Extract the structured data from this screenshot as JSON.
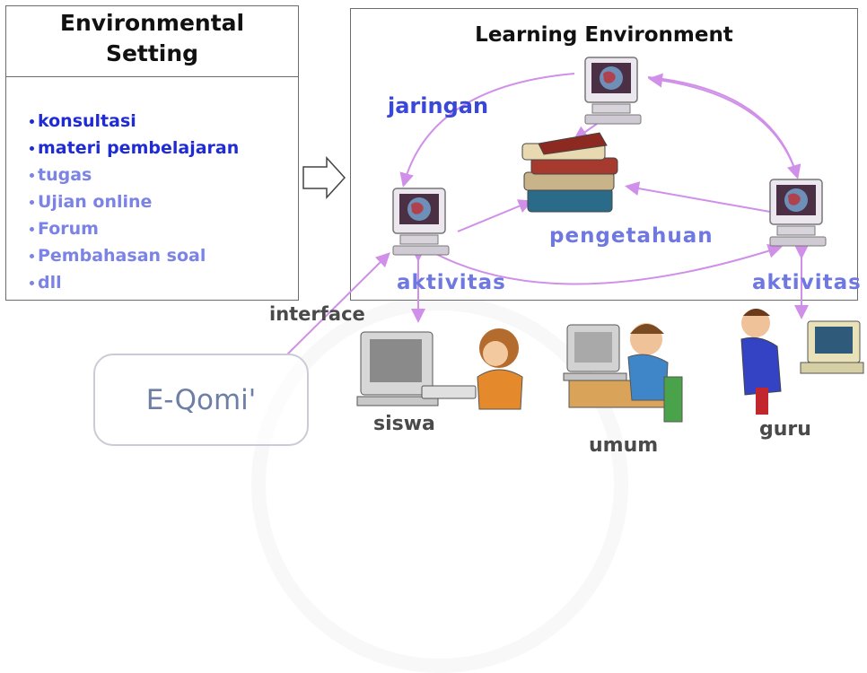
{
  "environmental_setting": {
    "title_line1": "Environmental",
    "title_line2": "Setting",
    "items": [
      {
        "label": "konsultasi",
        "color": "#1f2bd6"
      },
      {
        "label": "materi pembelajaran",
        "color": "#1f2bd6"
      },
      {
        "label": "tugas",
        "color": "#7b83e6"
      },
      {
        "label": "Ujian online",
        "color": "#7b83e6"
      },
      {
        "label": "Forum",
        "color": "#7b83e6"
      },
      {
        "label": "Pembahasan soal",
        "color": "#7b83e6"
      },
      {
        "label": "dll",
        "color": "#7b83e6"
      }
    ]
  },
  "learning_environment": {
    "title": "Learning Environment",
    "labels": {
      "jaringan": "jaringan",
      "pengetahuan": "pengetahuan",
      "aktivitas_left": "aktivitas",
      "aktivitas_right": "aktivitas"
    }
  },
  "bottom": {
    "interface": "interface",
    "eqomi": "E-Qomi'",
    "siswa": "siswa",
    "umum": "umum",
    "guru": "guru"
  },
  "colors": {
    "label_blue": "#3a48d8",
    "label_light": "#6f78e0",
    "arrow": "#d08fe8",
    "gray_text": "#4a4a4a"
  }
}
